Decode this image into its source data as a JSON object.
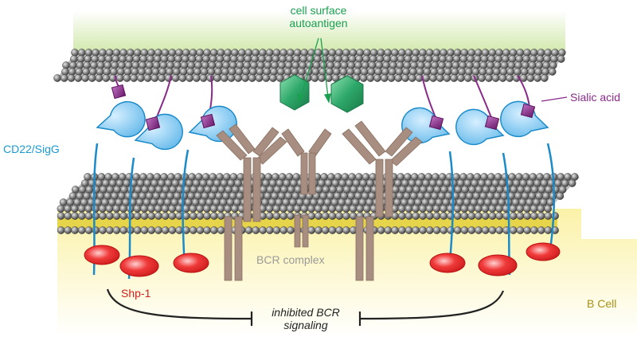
{
  "labels": {
    "autoantigen_line1": "cell surface",
    "autoantigen_line2": "autoantigen",
    "sialic_acid": "Sialic acid",
    "cd22": "CD22/SigG",
    "bcr_complex": "BCR complex",
    "shp1": "Shp-1",
    "inhibition_line1": "inhibited BCR",
    "inhibition_line2": "signaling",
    "b_cell": "B Cell"
  },
  "colors": {
    "target_cell_fill": "#cfe7a8",
    "b_cell_fill": "#fbf2a8",
    "lipid_head": "#8a8a8a",
    "lipid_tail": "#e6d44a",
    "autoantigen": "#2ea86a",
    "sialic_acid": "#8a2a8a",
    "cd22": "#7cc6ee",
    "cd22_stroke": "#1a8ac8",
    "bcr": "#a88e80",
    "shp1": "#e62a2a",
    "label_green": "#1aa050",
    "label_purple": "#8a2a8a",
    "label_blue": "#1a9ad6",
    "label_red": "#d42020",
    "label_gray": "#9a9a9a",
    "label_olive": "#a89018"
  }
}
